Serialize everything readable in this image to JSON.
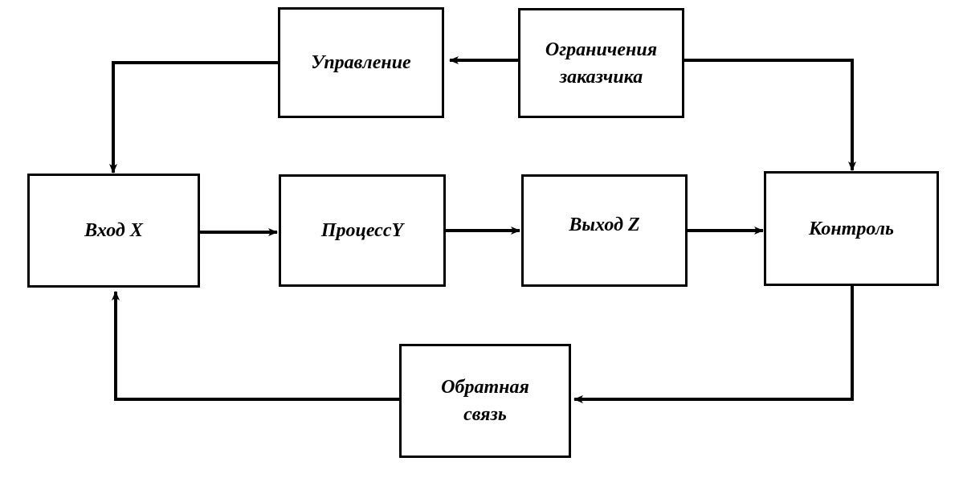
{
  "boxes": {
    "control_mgmt": {
      "label": "Управление"
    },
    "customer_constraints": {
      "line1": "Ограничения",
      "line2": "заказчика"
    },
    "input_x": {
      "label": "Вход X"
    },
    "process_y": {
      "label": "ПроцессY"
    },
    "output_z": {
      "label": "Выход Z"
    },
    "monitoring": {
      "label": "Контроль"
    },
    "feedback": {
      "line1": "Обратная",
      "line2": "связь"
    }
  },
  "colors": {
    "stroke": "#000000",
    "background": "#ffffff"
  }
}
